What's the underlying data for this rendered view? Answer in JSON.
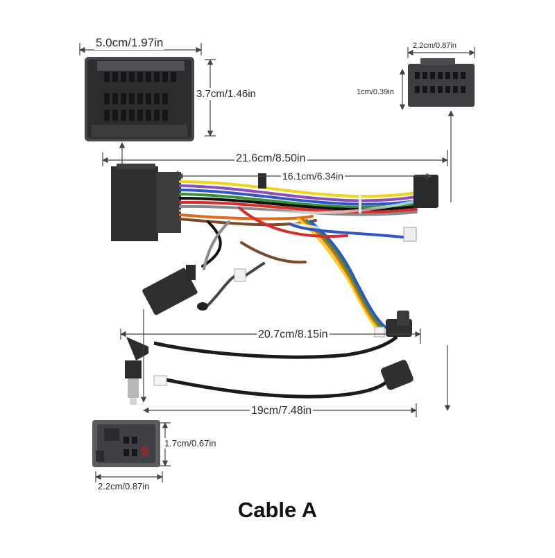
{
  "title": "Cable A",
  "dimensions": {
    "main_connector_width": "5.0cm/1.97in",
    "main_connector_height": "3.7cm/1.46in",
    "iso_plug_width": "2.2cm/0.87in",
    "iso_plug_height": "1cm/0.39in",
    "harness_total_length": "21.6cm/8.50in",
    "harness_branch_length": "16.1cm/6.34in",
    "antenna_cable_length": "20.7cm/8.15in",
    "usb_cable_length": "19cm/7.48in",
    "small_connector_height": "1.7cm/0.67in",
    "small_connector_width": "2.2cm/0.87in"
  },
  "colors": {
    "connector_body": "#3a3c3e",
    "connector_dark": "#222325",
    "wire_colors": [
      "#f2d21b",
      "#8a4fb8",
      "#2f55c9",
      "#3a8f3a",
      "#e06a1c",
      "#d92b2b",
      "#ffffff",
      "#8a8a8a",
      "#111111",
      "#7a4a2a"
    ]
  }
}
